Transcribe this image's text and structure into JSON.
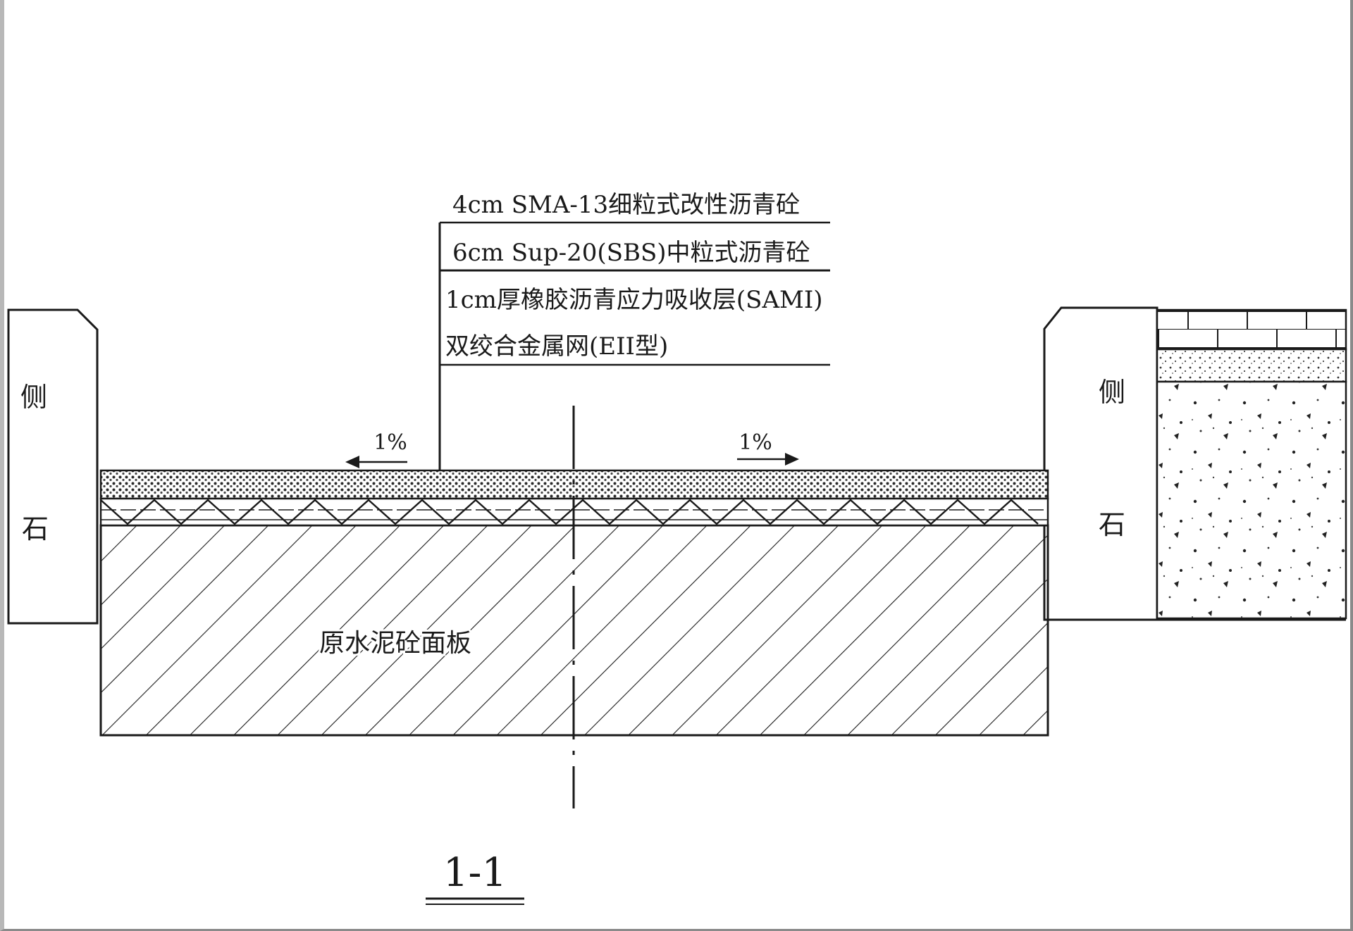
{
  "callout_layers": [
    "4cm SMA-13细粒式改性沥青砼",
    "6cm Sup-20(SBS)中粒式沥青砼",
    "1cm厚橡胶沥青应力吸收层(SAMI)",
    "双绞合金属网(EII型)"
  ],
  "curb_left": [
    "侧",
    "石"
  ],
  "curb_right": [
    "侧",
    "石"
  ],
  "slope_left": "1%",
  "slope_right": "1%",
  "base_label": "原水泥砼面板",
  "section_label": "1-1",
  "colors": {
    "ink": "#1a1a1a",
    "paper": "#ffffff"
  }
}
